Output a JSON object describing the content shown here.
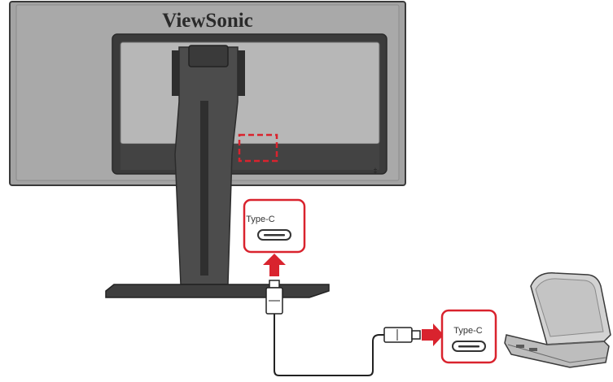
{
  "monitor": {
    "brand": "ViewSonic",
    "port_mark": "‡"
  },
  "callouts": {
    "monitor_port_label": "Type-C",
    "laptop_port_label": "Type-C"
  },
  "icons": {
    "arrow_up": "arrow-up-icon",
    "arrow_right": "arrow-right-icon",
    "laptop": "laptop-icon",
    "usb_c_port": "usb-c-port-icon"
  },
  "colors": {
    "accent_red": "#d9232e",
    "monitor_body": "#a3a3a3",
    "monitor_panel": "#3b3b3b",
    "stand": "#4c4c4c",
    "laptop_body": "#c6c6c6"
  }
}
